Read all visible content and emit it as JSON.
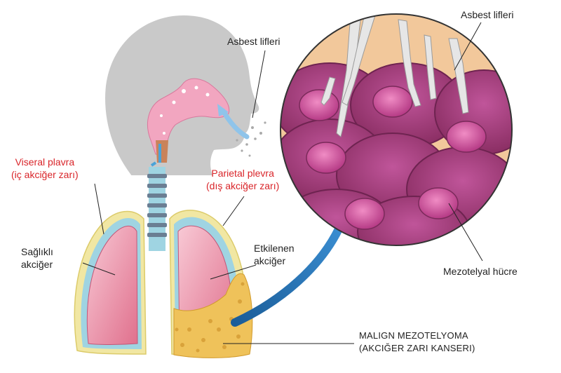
{
  "colors": {
    "head": "#c9c9c9",
    "lung_fill": "#e57a93",
    "lung_inner": "#f6bcc9",
    "pleura_outer": "#f1e7a3",
    "pleura_inner": "#9fd4e2",
    "tumor": "#efc25a",
    "cell": "#a8417a",
    "nucleus": "#d85fa5",
    "fiber": "#e6e6e6",
    "arrow": "#1f6db0",
    "label_red": "#d9252a",
    "label_dark": "#222222"
  },
  "labels": {
    "asbestos_left": "Asbest lifleri",
    "asbestos_right": "Asbest lifleri",
    "visceral_line1": "Viseral plavra",
    "visceral_line2": "(iç akciğer zarı)",
    "parietal_line1": "Parietal plevra",
    "parietal_line2": "(dış akciğer zarı)",
    "healthy_line1": "Sağlıklı",
    "healthy_line2": "akciğer",
    "affected_line1": "Etkilenen",
    "affected_line2": "akciğer",
    "mesothelial_cell": "Mezotelyal hücre",
    "malign_line1": "MALIGN MEZOTELYOMA",
    "malign_line2": "(AKCIĞER ZARI KANSERI)"
  }
}
